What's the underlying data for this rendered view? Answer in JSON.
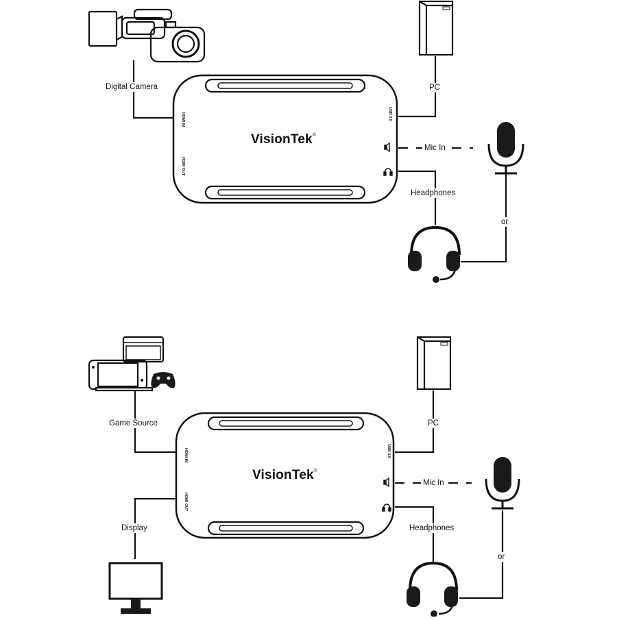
{
  "brand": {
    "name": "VisionTek",
    "mark": "®"
  },
  "ports": {
    "hdmi_in": "HDMI IN",
    "hdmi_out": "HDMI OUT",
    "usb": "USB 3.0"
  },
  "diagram_top": {
    "source_label": "Digital Camera",
    "pc_label": "PC",
    "mic_label": "Mic In",
    "headphones_label": "Headphones",
    "or_label": "or"
  },
  "diagram_bottom": {
    "source_label": "Game Source",
    "pc_label": "PC",
    "mic_label": "Mic In",
    "headphones_label": "Headphones",
    "display_label": "Display",
    "or_label": "or"
  },
  "icons": [
    "video-camera-icon",
    "pc-tower-icon",
    "microphone-icon",
    "headset-icon",
    "game-console-icon",
    "gamepad-icon",
    "monitor-icon",
    "speaker-icon",
    "headphone-jack-icon"
  ],
  "colors": {
    "stroke": "#111111",
    "background": "#ffffff",
    "fill": "#1a1a1a"
  }
}
